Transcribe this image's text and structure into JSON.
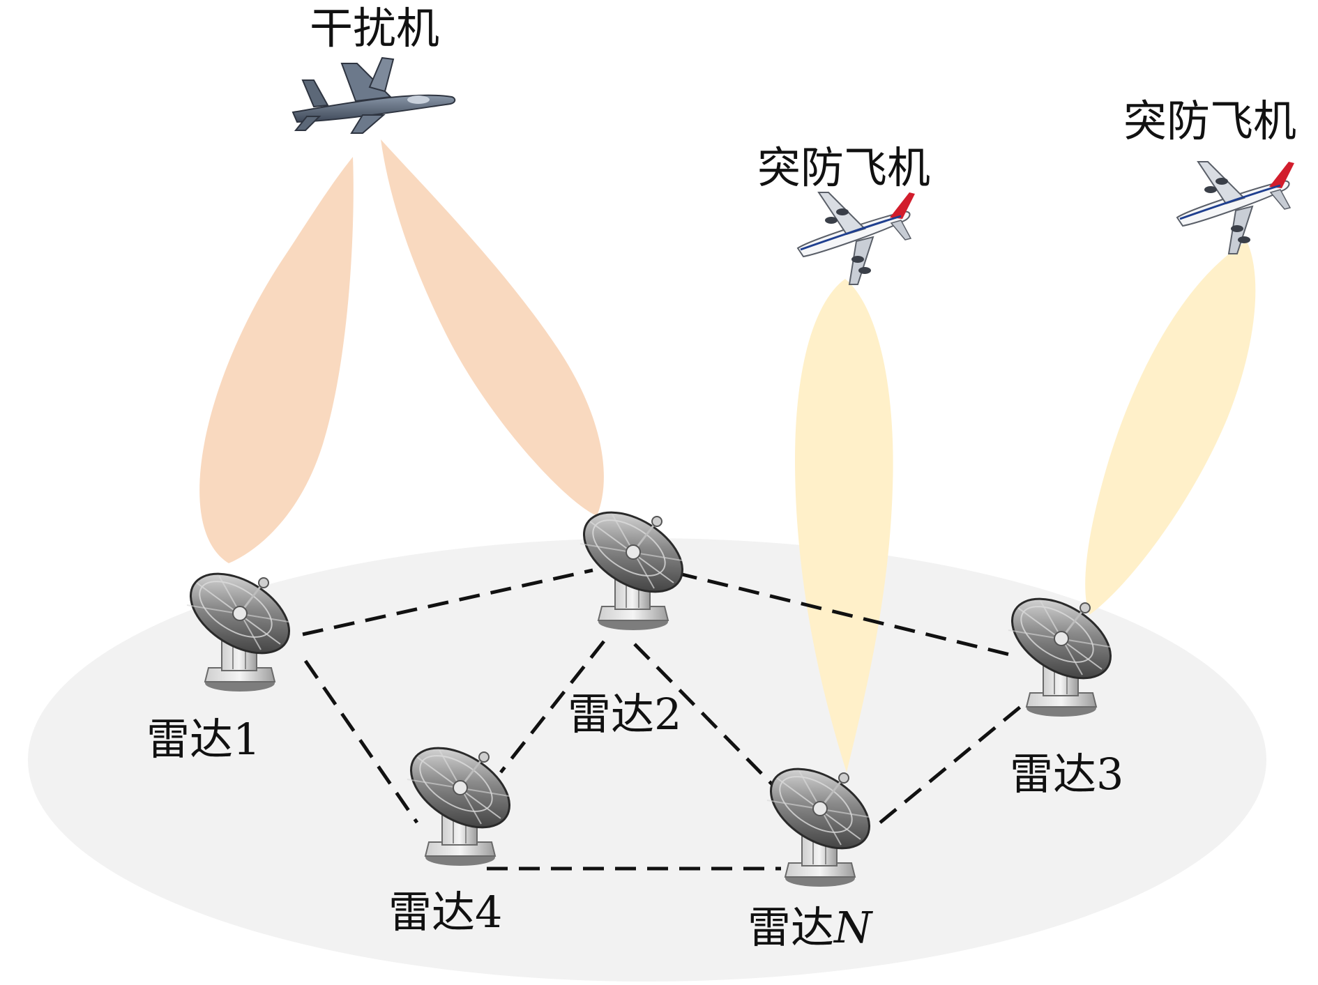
{
  "colors": {
    "ground": "#f2f2f2",
    "jam_beam": "#f9d9bf",
    "track_beam": "#fff0c9",
    "link": "#111111",
    "jammer_plane": "#5f6d80",
    "airliner": "#f3f4f6"
  },
  "aircraft": {
    "jammer_label": "干扰机",
    "penetrator_label_1": "突防飞机",
    "penetrator_label_2": "突防飞机"
  },
  "radars": [
    {
      "id": "r1",
      "prefix": "雷达",
      "suffix": "1"
    },
    {
      "id": "r2",
      "prefix": "雷达",
      "suffix": "2"
    },
    {
      "id": "r3",
      "prefix": "雷达",
      "suffix": "3"
    },
    {
      "id": "r4",
      "prefix": "雷达",
      "suffix": "4"
    },
    {
      "id": "rN",
      "prefix": "雷达",
      "suffix": "N"
    }
  ],
  "links": [
    [
      "r1",
      "r2"
    ],
    [
      "r2",
      "r3"
    ],
    [
      "r1",
      "r4"
    ],
    [
      "r2",
      "r4"
    ],
    [
      "r2",
      "rN"
    ],
    [
      "r4",
      "rN"
    ],
    [
      "rN",
      "r3"
    ]
  ],
  "beams": [
    {
      "type": "jam",
      "from": "r1",
      "to": "jammer"
    },
    {
      "type": "jam",
      "from": "r2",
      "to": "jammer"
    },
    {
      "type": "track",
      "from": "rN",
      "to": "penetrator1"
    },
    {
      "type": "track",
      "from": "r3",
      "to": "penetrator2"
    }
  ]
}
